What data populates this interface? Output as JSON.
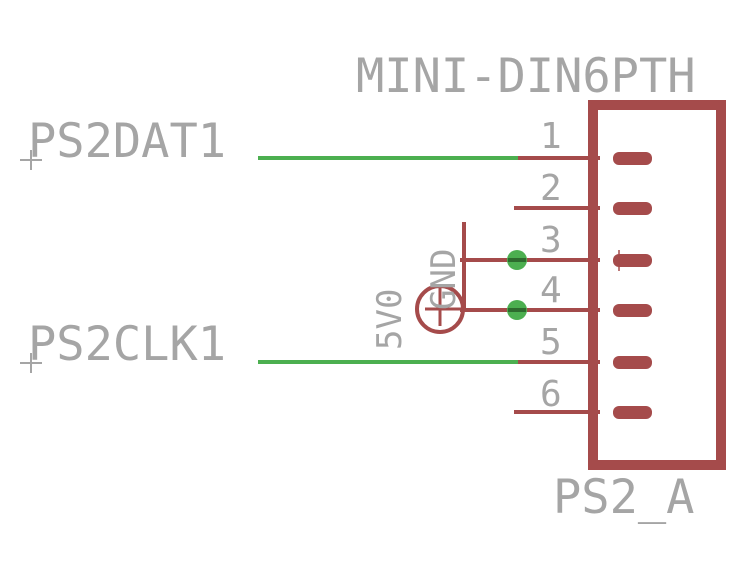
{
  "part": {
    "value": "MINI-DIN6PTH",
    "name": "PS2_A",
    "pins": [
      "1",
      "2",
      "3",
      "4",
      "5",
      "6"
    ]
  },
  "nets": {
    "data": "PS2DAT1",
    "clock": "PS2CLK1"
  },
  "supplies": {
    "ground": "GND",
    "power": "5V0"
  },
  "colors": {
    "symbol": "#a54b4b",
    "net": "#4caf50",
    "junction": "#4caf50",
    "text": "#a5a5a5",
    "background": "#ffffff"
  }
}
